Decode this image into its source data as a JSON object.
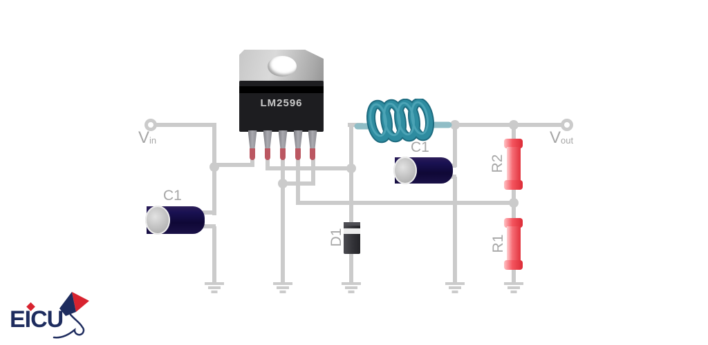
{
  "chip": {
    "label": "LM2596"
  },
  "terminals": {
    "vin": {
      "main": "V",
      "sub": "in"
    },
    "vout": {
      "main": "V",
      "sub": "out"
    }
  },
  "components": {
    "input_capacitor": {
      "label": "C1"
    },
    "output_capacitor": {
      "label": "C1"
    },
    "diode": {
      "label": "D1"
    },
    "feedback_resistor_top": {
      "label": "R2"
    },
    "feedback_resistor_bottom": {
      "label": "R1"
    }
  },
  "icons": {
    "inductor": "inductor-coil-icon",
    "ground": "ground-icon",
    "junction": "junction-dot",
    "kite": "kite-logo-icon"
  },
  "logo": {
    "text": "EICU"
  },
  "colors": {
    "wire": "#cbcbcb",
    "label_text": "#a6a6a6",
    "pin_tip": "#bb5761",
    "capacitor_body": "#140d3e",
    "inductor_teal": "#2e8ca0",
    "resistor_red": "#ef4a52",
    "diode_body": "#343438",
    "logo_navy": "#1e2c5e",
    "logo_red": "#d8232f"
  }
}
